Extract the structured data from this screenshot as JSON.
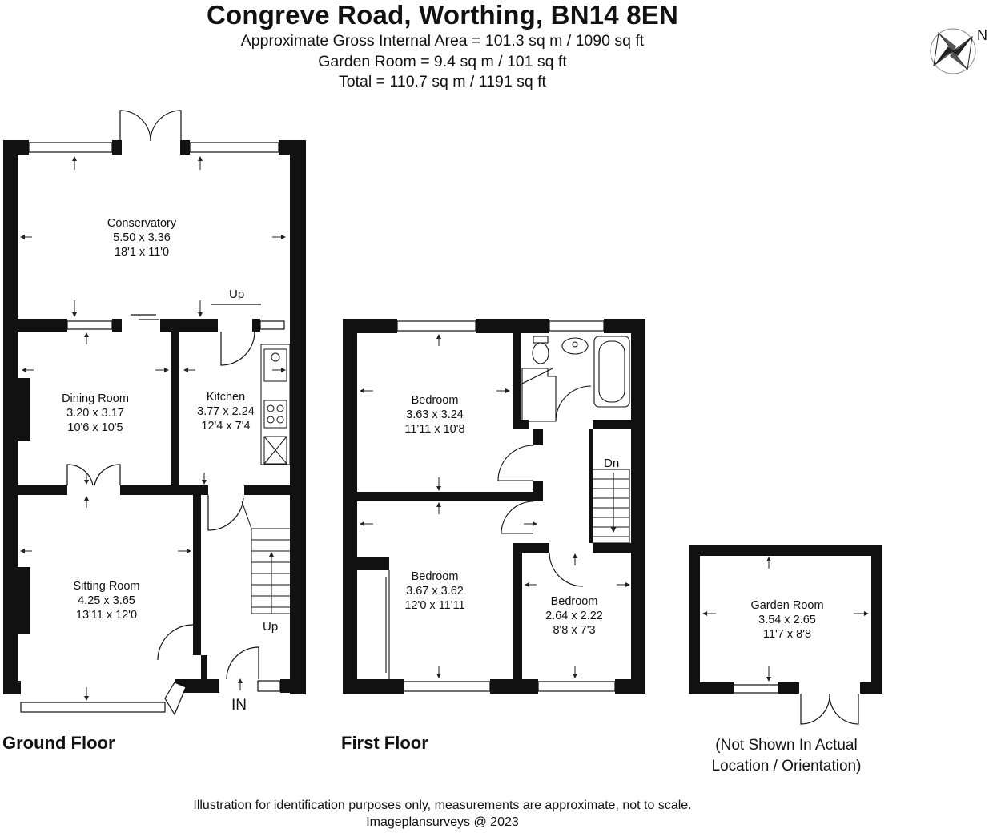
{
  "header": {
    "title": "Congreve Road, Worthing, BN14 8EN",
    "area_lines": [
      "Approximate Gross Internal Area = 101.3 sq m / 1090 sq ft",
      "Garden Room = 9.4 sq m / 101 sq ft",
      "Total = 110.7 sq m / 1191 sq ft"
    ]
  },
  "compass": {
    "label": "N"
  },
  "floors": {
    "ground": {
      "label": "Ground Floor",
      "rooms": [
        {
          "name": "Conservatory",
          "metric": "5.50 x 3.36",
          "imperial": "18'1 x 11'0"
        },
        {
          "name": "Dining Room",
          "metric": "3.20 x 3.17",
          "imperial": "10'6 x 10'5"
        },
        {
          "name": "Kitchen",
          "metric": "3.77 x 2.24",
          "imperial": "12'4 x 7'4"
        },
        {
          "name": "Sitting Room",
          "metric": "4.25 x 3.65",
          "imperial": "13'11 x 12'0"
        }
      ],
      "tags": {
        "up_top": "Up",
        "up_stairs": "Up",
        "entrance": "IN"
      }
    },
    "first": {
      "label": "First Floor",
      "rooms": [
        {
          "name": "Bedroom",
          "metric": "3.63 x 3.24",
          "imperial": "11'11 x 10'8"
        },
        {
          "name": "Bedroom",
          "metric": "3.67 x 3.62",
          "imperial": "12'0 x 11'11"
        },
        {
          "name": "Bedroom",
          "metric": "2.64 x 2.22",
          "imperial": "8'8 x 7'3"
        }
      ],
      "tags": {
        "down": "Dn"
      }
    },
    "garden_room": {
      "rooms": [
        {
          "name": "Garden Room",
          "metric": "3.54 x 2.65",
          "imperial": "11'7 x 8'8"
        }
      ],
      "note_lines": [
        "(Not Shown In Actual",
        "Location / Orientation)"
      ]
    }
  },
  "footer": {
    "disclaimer": "Illustration for identification purposes only, measurements are approximate, not to scale.",
    "credit": "Imageplansurveys @ 2023"
  }
}
